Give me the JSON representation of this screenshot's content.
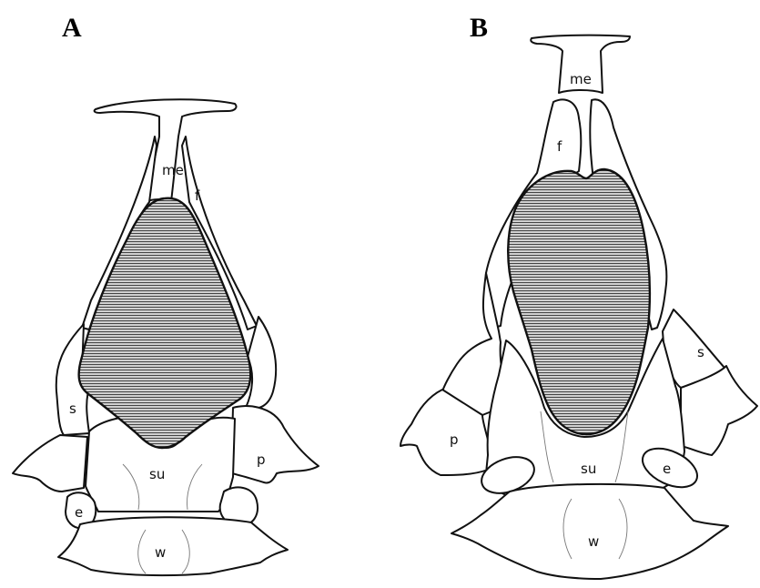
{
  "panels": [
    {
      "letter": "A",
      "labels": {
        "me": "me",
        "f": "f",
        "s": "s",
        "su": "su",
        "p": "p",
        "e": "e",
        "w": "w"
      }
    },
    {
      "letter": "B",
      "labels": {
        "me": "me",
        "f": "f",
        "s": "s",
        "su": "su",
        "p": "p",
        "e": "e",
        "w": "w"
      }
    }
  ],
  "colors": {
    "line": "#111111",
    "hatch": "#555555",
    "background": "#ffffff"
  }
}
